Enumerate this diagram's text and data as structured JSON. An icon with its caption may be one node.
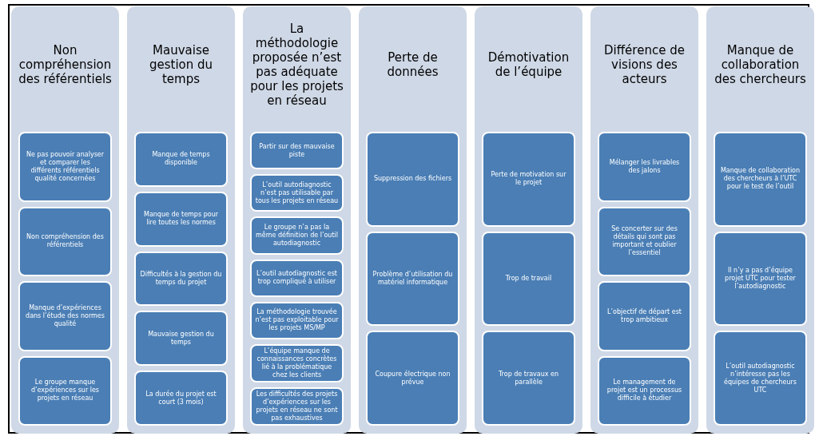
{
  "diagram": {
    "nodes": [
      {
        "text": [
          "Non compréhension des référentiels"
        ]
      },
      {
        "text": [
          "Ne pas pouvoir analyser et comparer les différents référentiels qualité concernées"
        ],
        "in": 0
      },
      {
        "text": [
          "Non compréhension des référentiels"
        ],
        "in": 0
      },
      {
        "text": [
          "Manque d’expériences dans l’étude des normes qualité"
        ],
        "in": 0
      },
      {
        "text": [
          "Le groupe manque d’expériences sur les projets en réseau"
        ],
        "in": 0
      },
      {
        "text": [
          "Mauvaise gestion du temps"
        ]
      },
      {
        "text": [
          "Manque de temps disponible"
        ],
        "in": 5
      },
      {
        "text": [
          "Manque de temps pour lire toutes les normes"
        ],
        "in": 5
      },
      {
        "text": [
          "Difficultés à la gestion du temps du projet"
        ],
        "in": 5
      },
      {
        "text": [
          "Mauvaise gestion du temps"
        ],
        "in": 5
      },
      {
        "text": [
          "La durée du projet est court (3 mois)"
        ],
        "in": 5
      },
      {
        "text": [
          "La méthodologie proposée n’est pas adéquate pour les projets en réseau"
        ]
      },
      {
        "text": [
          "Partir sur des mauvaise piste"
        ],
        "in": 11
      },
      {
        "text": [
          "L’outil autodiagnostic n’est pas utilisable par tous les projets en réseau"
        ],
        "in": 11
      },
      {
        "text": [
          "Le groupe n’a pas la même définition de l’outil autodiagnostic"
        ],
        "in": 11
      },
      {
        "text": [
          "L’outil autodiagnostic est trop compliqué à utiliser"
        ],
        "in": 11
      },
      {
        "text": [
          "La méthodologie trouvée n’est pas exploitable pour les projets MS/MP"
        ],
        "in": 11
      },
      {
        "text": [
          "L’équipe manque de connaissances concrètes lié à la problématique chez les clients"
        ],
        "in": 11
      },
      {
        "text": [
          "Les difficultés des projets d’expériences sur les projets en réseau ne sont pas exhaustives"
        ],
        "in": 11
      },
      {
        "text": [
          "Perte de données"
        ]
      },
      {
        "text": [
          "Suppression des fichiers"
        ],
        "in": 19
      },
      {
        "text": [
          "Problème d’utilisation du matériel informatique"
        ],
        "in": 19
      },
      {
        "text": [
          "Coupure électrique non prévue"
        ],
        "in": 19
      },
      {
        "text": [
          "Démotivation de l’équipe"
        ]
      },
      {
        "text": [
          "Perte de motivation sur le projet"
        ],
        "in": 23
      },
      {
        "text": [
          "Trop de travail"
        ],
        "in": 23
      },
      {
        "text": [
          "Trop de travaux en parallèle"
        ],
        "in": 23
      },
      {
        "text": [
          "Différence de visions des acteurs"
        ]
      },
      {
        "text": [
          "Mélanger les livrables des jalons"
        ],
        "in": 27
      },
      {
        "text": [
          "Se concerter sur des détails qui sont pas important et oublier l’essentiel"
        ],
        "in": 27
      },
      {
        "text": [
          "L’objectif de départ est trop ambitieux"
        ],
        "in": 27
      },
      {
        "text": [
          "Le management de projet est un processus difficile à étudier"
        ],
        "in": 27
      },
      {
        "text": [
          "Manque de collaboration des chercheurs"
        ]
      },
      {
        "text": [
          "Manque de collaboration des chercheurs à l’UTC pour le test de l’outil"
        ],
        "in": 32
      },
      {
        "text": [
          "Il n’y a pas d’équipe projet UTC pour tester l’autodiagnostic"
        ],
        "in": 32
      },
      {
        "text": [
          "L’outil autodiagnostic n’intéresse pas les équipes de chercheurs UTC"
        ],
        "in": 32
      }
    ]
  }
}
